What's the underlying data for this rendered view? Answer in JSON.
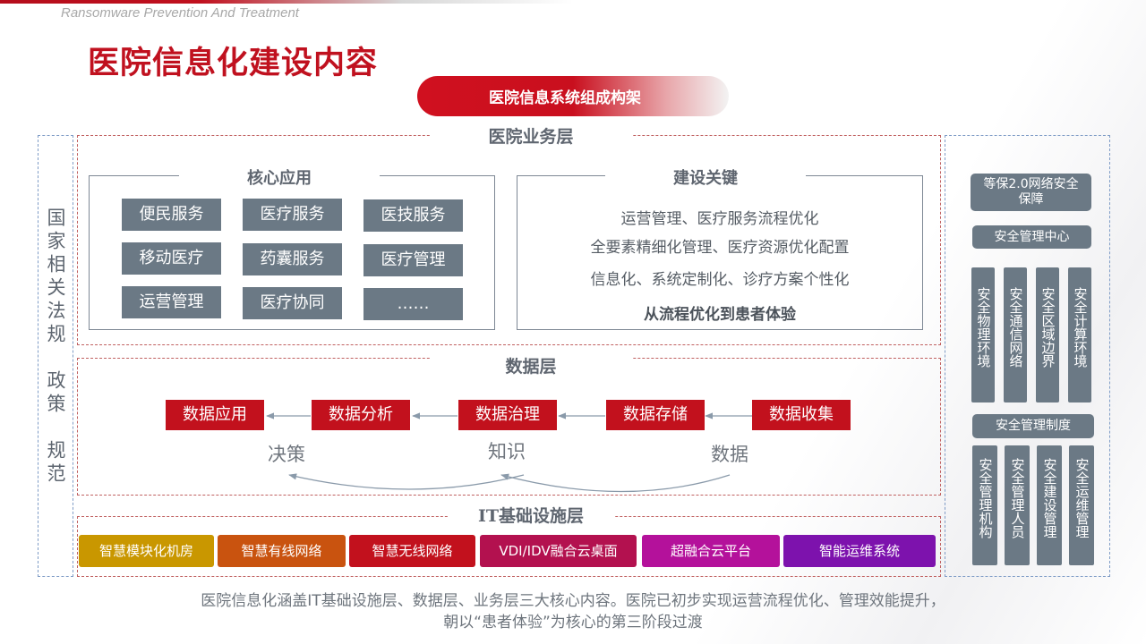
{
  "header": {
    "subtitle": "Ransomware Prevention And Treatment",
    "title": "医院信息化建设内容",
    "banner": "医院信息系统组成构架"
  },
  "law_label": "国家相关法规　政策　规范",
  "business_layer": {
    "title": "医院业务层",
    "core": {
      "title": "核心应用",
      "items": [
        "便民服务",
        "医疗服务",
        "医技服务",
        "移动医疗",
        "药囊服务",
        "医疗管理",
        "运营管理",
        "医疗协同",
        "……"
      ]
    },
    "key": {
      "title": "建设关键",
      "lines": [
        "运营管理、医疗服务流程优化",
        "全要素精细化管理、医疗资源优化配置",
        "信息化、系统定制化、诊疗方案个性化"
      ],
      "summary": "从流程优化到患者体验"
    }
  },
  "data_layer": {
    "title": "数据层",
    "steps": [
      "数据应用",
      "数据分析",
      "数据治理",
      "数据存储",
      "数据收集"
    ],
    "labels": [
      "决策",
      "知识",
      "数据"
    ]
  },
  "it_layer": {
    "title": "IT基础设施层",
    "items": [
      {
        "label": "智慧模块化机房",
        "color": "#c99700"
      },
      {
        "label": "智慧有线网络",
        "color": "#c9530f"
      },
      {
        "label": "智慧无线网络",
        "color": "#c2111d"
      },
      {
        "label": "VDI/IDV融合云桌面",
        "color": "#b3114f"
      },
      {
        "label": "超融合云平台",
        "color": "#b4119b"
      },
      {
        "label": "智能运维系统",
        "color": "#7d12ad"
      }
    ]
  },
  "security": {
    "top": "等保2.0网络安全保障",
    "center": "安全管理中心",
    "tech": [
      "安全物理环境",
      "安全通信网络",
      "安全区域边界",
      "安全计算环境"
    ],
    "policy": "安全管理制度",
    "mgmt": [
      "安全管理机构",
      "安全管理人员",
      "安全建设管理",
      "安全运维管理"
    ]
  },
  "footer": {
    "line1": "医院信息化涵盖IT基础设施层、数据层、业务层三大核心内容。医院已初步实现运营流程优化、管理效能提升，",
    "line2": "朝以“患者体验”为核心的第三阶段过渡"
  }
}
